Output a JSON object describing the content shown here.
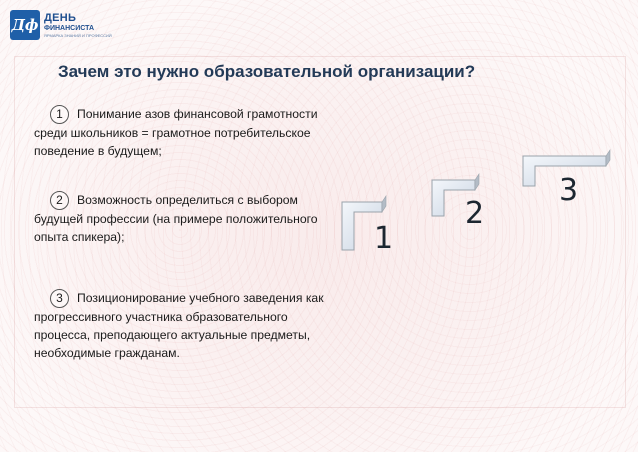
{
  "logo": {
    "mark": "Дф",
    "line1": "ДЕНЬ",
    "line2": "ФИНАНСИСТА",
    "line3": "ЯРМАРКА ЗНАНИЙ И ПРОФЕССИЙ"
  },
  "title": "Зачем это нужно образовательной организации?",
  "items": [
    {
      "number": "1",
      "text": "Понимание азов финансовой грамотности среди школьников = грамотное потребительское поведение в будущем;"
    },
    {
      "number": "2",
      "text": "Возможность определиться с выбором будущей профессии (на примере положительного опыта спикера);"
    },
    {
      "number": "3",
      "text": "Позиционирование учебного заведения как прогрессивного участника образовательного процесса, преподающего актуальные предметы, необходимые гражданам."
    }
  ],
  "steps": [
    {
      "label": "1"
    },
    {
      "label": "2"
    },
    {
      "label": "3"
    }
  ],
  "colors": {
    "title": "#233a57",
    "step_border": "#9aa3ab",
    "step_fill": "#dfe6ef",
    "logo_blue": "#1f5fa8"
  }
}
